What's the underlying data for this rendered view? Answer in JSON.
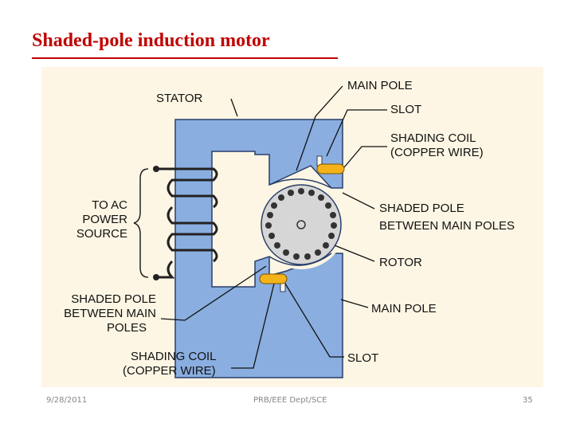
{
  "slide": {
    "title": "Shaded-pole induction motor"
  },
  "labels": {
    "stator": "STATOR",
    "main_pole_top": "MAIN POLE",
    "slot_top": "SLOT",
    "shading_coil_top_1": "SHADING COIL",
    "shading_coil_top_2": "(COPPER WIRE)",
    "shaded_pole_right_1": "SHADED POLE",
    "shaded_pole_right_2": "BETWEEN MAIN POLES",
    "rotor": "ROTOR",
    "main_pole_bottom": "MAIN POLE",
    "slot_bottom": "SLOT",
    "shading_coil_bottom_1": "SHADING COIL",
    "shading_coil_bottom_2": "(COPPER WIRE)",
    "shaded_pole_left_1": "SHADED POLE",
    "shaded_pole_left_2": "BETWEEN MAIN",
    "shaded_pole_left_3": "POLES",
    "ac_source_1": "TO AC",
    "ac_source_2": "POWER",
    "ac_source_3": "SOURCE"
  },
  "colors": {
    "stator": "#8aaee0",
    "stator_outline": "#2a3f6a",
    "rotor": "#d6d6d6",
    "rotor_bar": "#333333",
    "shading_coil": "#f5b21a",
    "panel": "#fdf6e4",
    "title": "#c00000"
  },
  "footer": {
    "date": "9/28/2011",
    "center": "PRB/EEE Dept/SCE",
    "page": "35"
  }
}
